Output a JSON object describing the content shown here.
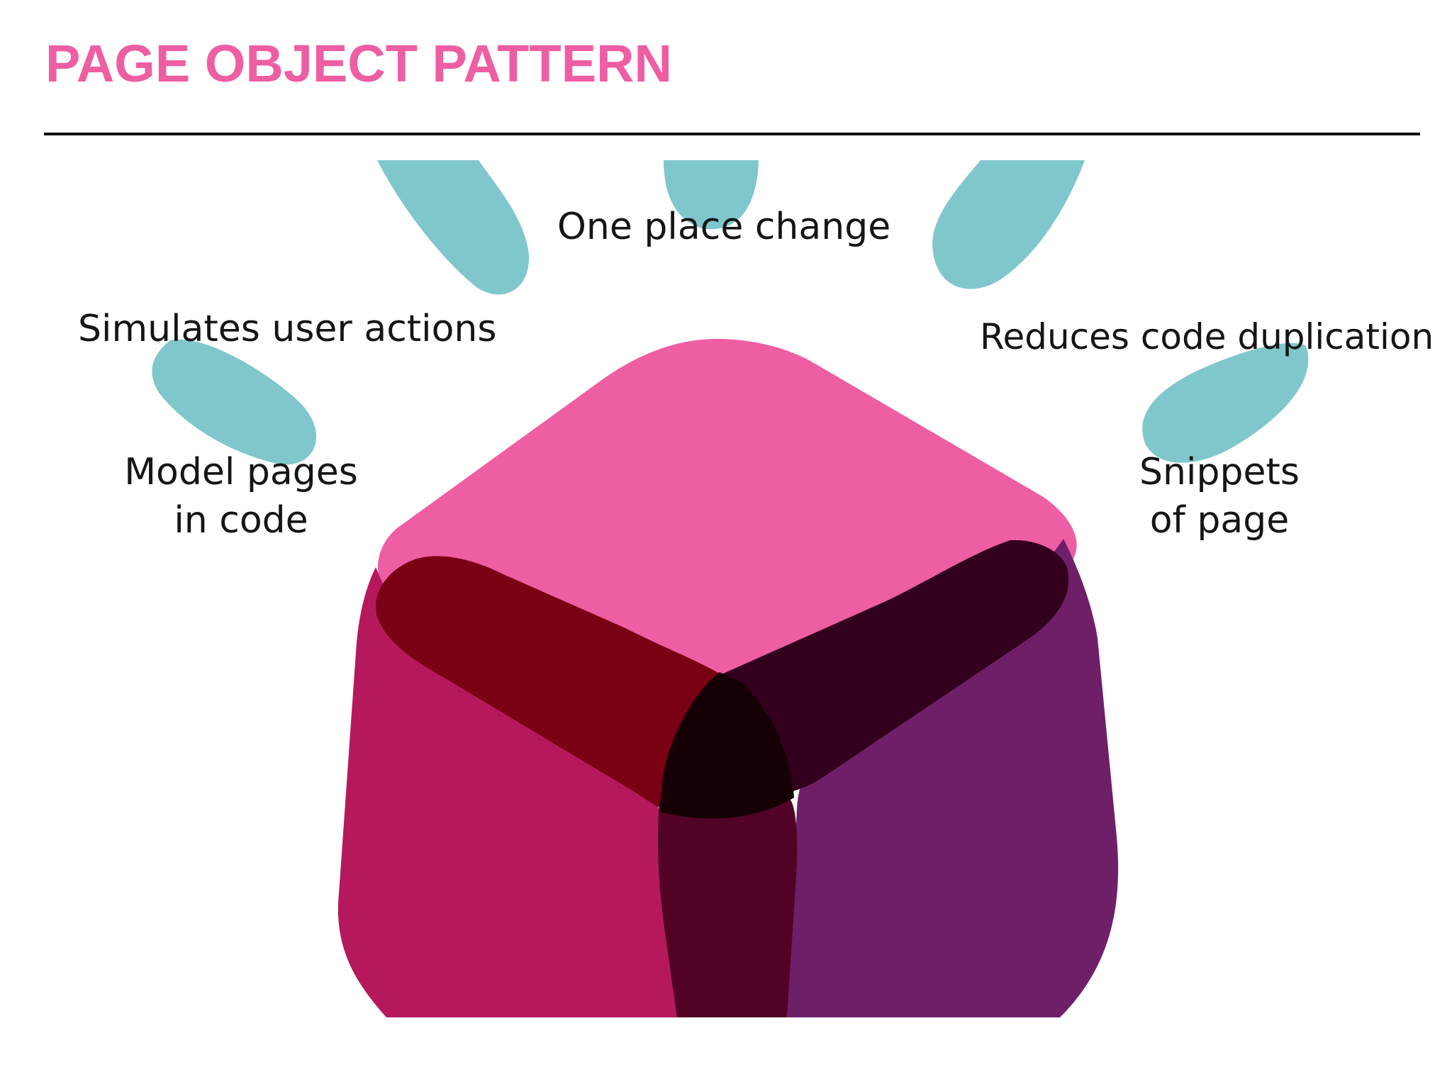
{
  "title": "PAGE OBJECT PATTERN",
  "colors": {
    "title": "#ee5ea2",
    "rule": "#111111",
    "petal": "#80c7cc",
    "cube_top": "#ee5ea2",
    "cube_left": "#b5195b",
    "cube_right": "#6f1f67",
    "overlay_left": "#7a0014",
    "overlay_right": "#32001d",
    "overlay_center": "#150004",
    "overlay_bottom": "#520325",
    "text": "#151515"
  },
  "labels": {
    "one_place_change": "One place change",
    "simulates_user_actions": "Simulates user actions",
    "reduces_code_duplication": "Reduces code duplication",
    "model_pages_line1": "Model pages",
    "model_pages_line2": "in code",
    "snippets_line1": "Snippets",
    "snippets_line2": "of page"
  }
}
